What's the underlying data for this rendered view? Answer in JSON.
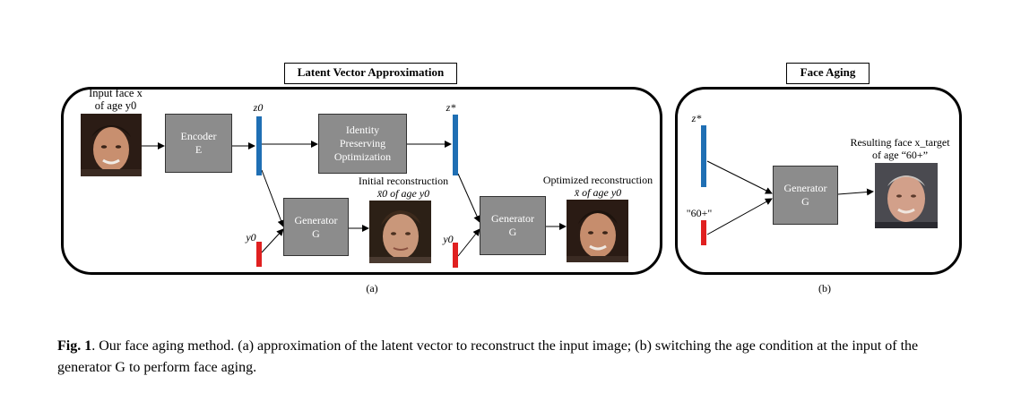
{
  "panel_a": {
    "title": "Latent Vector Approximation",
    "input_label_line1": "Input face x",
    "input_label_line2": "of age y0",
    "encoder_line1": "Encoder",
    "encoder_line2": "E",
    "z0_label": "z0",
    "ipo_line1": "Identity",
    "ipo_line2": "Preserving",
    "ipo_line3": "Optimization",
    "zstar_label": "z*",
    "generator1_line1": "Generator",
    "generator1_line2": "G",
    "y0_label_1": "y0",
    "initial_recon_line1": "Initial reconstruction",
    "initial_recon_line2": "x̄0 of age y0",
    "generator2_line1": "Generator",
    "generator2_line2": "G",
    "y0_label_2": "y0",
    "optimized_recon_line1": "Optimized reconstruction",
    "optimized_recon_line2": "x̄ of age y0",
    "sublabel": "(a)"
  },
  "panel_b": {
    "title": "Face Aging",
    "zstar_label": "z*",
    "age_cond_label": "\"60+\"",
    "generator_line1": "Generator",
    "generator_line2": "G",
    "result_line1": "Resulting face x_target",
    "result_line2": "of age “60+”",
    "sublabel": "(b)"
  },
  "caption": {
    "prefix": "Fig. 1",
    "text": ". Our face aging method. (a) approximation of the latent vector to reconstruct the input image; (b) switching the age condition at the input of the generator G to perform face aging."
  },
  "colors": {
    "latent_bar": "#1f6fb4",
    "condition_bar": "#e02020",
    "box_fill": "#8c8c8c"
  }
}
